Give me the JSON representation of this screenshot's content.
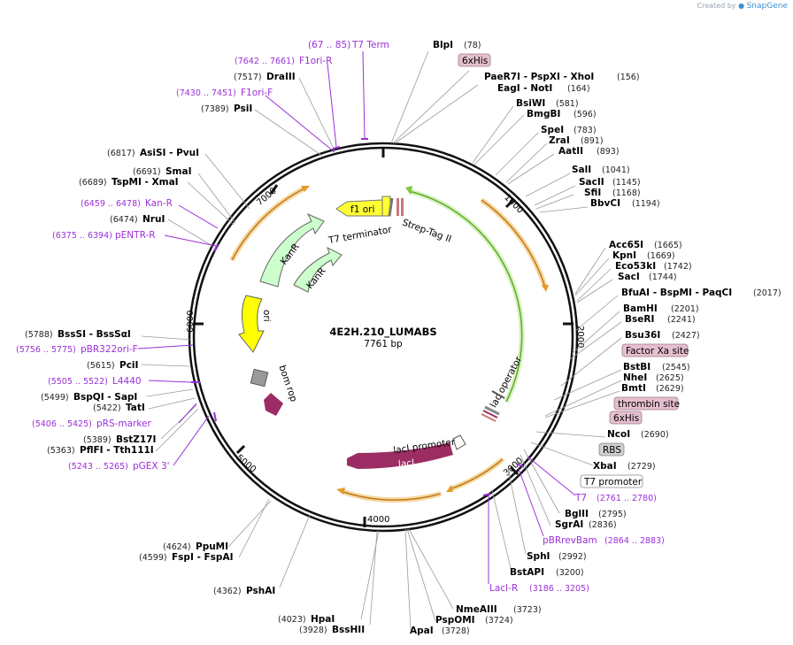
{
  "brand": {
    "prefix": "Created by",
    "name": "SnapGene"
  },
  "plasmid": {
    "name": "4E2H.210_LUMABS",
    "size_text": "7761 bp",
    "length": 7761
  },
  "colors": {
    "primer": "#9b2fd8",
    "kan": "#ccffcc",
    "ori": "#ffff00",
    "laci": "#9c2d64",
    "yellow_feature": "#ffff33",
    "orf_arrow": "#e39c2a",
    "green_orf": "#7ec83f",
    "tag_box": "#e6bfcf",
    "rbs_box": "#cfcfcf"
  },
  "ticks": [
    "1000",
    "2000",
    "3000",
    "4000",
    "5000",
    "6000",
    "7000"
  ],
  "enzymes_right": [
    {
      "name": "BlpI",
      "pos": "(78)"
    },
    {
      "name": "PaeR7I  - PspXI  - XhoI",
      "pos": "(156)"
    },
    {
      "name": "EagI  - NotI",
      "pos": "(164)"
    },
    {
      "name": "BsiWI",
      "pos": "(581)"
    },
    {
      "name": "BmgBI",
      "pos": "(596)"
    },
    {
      "name": "SpeI",
      "pos": "(783)"
    },
    {
      "name": "ZraI",
      "pos": "(891)"
    },
    {
      "name": "AatII",
      "pos": "(893)"
    },
    {
      "name": "SalI",
      "pos": "(1041)"
    },
    {
      "name": "SacII",
      "pos": "(1145)"
    },
    {
      "name": "SfiI",
      "pos": "(1168)"
    },
    {
      "name": "BbvCI",
      "pos": "(1194)"
    },
    {
      "name": "Acc65I",
      "pos": "(1665)"
    },
    {
      "name": "KpnI",
      "pos": "(1669)"
    },
    {
      "name": "Eco53kI",
      "pos": "(1742)"
    },
    {
      "name": "SacI",
      "pos": "(1744)"
    },
    {
      "name": "BfuAI  - BspMI  - PaqCI",
      "pos": "(2017)"
    },
    {
      "name": "BamHI",
      "pos": "(2201)"
    },
    {
      "name": "BseRI",
      "pos": "(2241)"
    },
    {
      "name": "Bsu36I",
      "pos": "(2427)"
    },
    {
      "name": "BstBI",
      "pos": "(2545)"
    },
    {
      "name": "NheI",
      "pos": "(2625)"
    },
    {
      "name": "BmtI",
      "pos": "(2629)"
    },
    {
      "name": "NcoI",
      "pos": "(2690)"
    },
    {
      "name": "XbaI",
      "pos": "(2729)"
    },
    {
      "name": "BglII",
      "pos": "(2795)"
    },
    {
      "name": "SgrAI",
      "pos": "(2836)"
    },
    {
      "name": "SphI",
      "pos": "(2992)"
    },
    {
      "name": "BstAPI",
      "pos": "(3200)"
    }
  ],
  "enzymes_bottom": [
    {
      "name": "NmeAIII",
      "pos": "(3723)"
    },
    {
      "name": "PspOMI",
      "pos": "(3724)"
    },
    {
      "name": "ApaI",
      "pos": "(3728)"
    },
    {
      "name": "HpaI",
      "pos": "(4023)"
    },
    {
      "name": "BssHII",
      "pos": "(3928)"
    },
    {
      "name": "PshAI",
      "pos": "(4362)"
    },
    {
      "name": "PpuMI",
      "pos": "(4624)"
    },
    {
      "name": "FspI  - FspAI",
      "pos": "(4599)"
    }
  ],
  "enzymes_left": [
    {
      "name": "DraIII",
      "pos": "(7517)"
    },
    {
      "name": "PsiI",
      "pos": "(7389)"
    },
    {
      "name": "AsiSI  - PvuI",
      "pos": "(6817)"
    },
    {
      "name": "SmaI",
      "pos": "(6691)"
    },
    {
      "name": "TspMI  - XmaI",
      "pos": "(6689)"
    },
    {
      "name": "NruI",
      "pos": "(6474)"
    },
    {
      "name": "BssSI  - BssSαI",
      "pos": "(5788)"
    },
    {
      "name": "PciI",
      "pos": "(5615)"
    },
    {
      "name": "BspQI  - SapI",
      "pos": "(5499)"
    },
    {
      "name": "TatI",
      "pos": "(5422)"
    },
    {
      "name": "BstZ17I",
      "pos": "(5389)"
    },
    {
      "name": "PflFI  - Tth111I",
      "pos": "(5363)"
    }
  ],
  "primers": [
    {
      "name": "T7 Term",
      "pos": "(67 .. 85)"
    },
    {
      "name": "F1ori-R",
      "pos": "(7642 .. 7661)"
    },
    {
      "name": "F1ori-F",
      "pos": "(7430 .. 7451)"
    },
    {
      "name": "Kan-R",
      "pos": "(6459 .. 6478)"
    },
    {
      "name": "pENTR-R",
      "pos": "(6375 .. 6394)"
    },
    {
      "name": "pBR322ori-F",
      "pos": "(5756 .. 5775)"
    },
    {
      "name": "L4440",
      "pos": "(5505 .. 5522)"
    },
    {
      "name": "pRS-marker",
      "pos": "(5406 .. 5425)"
    },
    {
      "name": "pGEX 3'",
      "pos": "(5243 .. 5265)"
    },
    {
      "name": "T7",
      "pos": "(2761 .. 2780)"
    },
    {
      "name": "pBRrevBam",
      "pos": "(2864 .. 2883)"
    },
    {
      "name": "LacI-R",
      "pos": "(3186 .. 3205)"
    }
  ],
  "boxed": {
    "his_top": "6xHis",
    "factor_xa": "Factor Xa site",
    "thrombin": "thrombin site",
    "his_bottom": "6xHis",
    "rbs": "RBS",
    "t7_promoter": "T7 promoter"
  },
  "features": {
    "f1_ori": "f1 ori",
    "t7_terminator": "T7 terminator",
    "strep_tag": "Strep-Tag II",
    "kanr_1": "KanR",
    "kanr_2": "KanR",
    "ori": "ori",
    "bom": "bom",
    "rop": "rop",
    "lac_operator": "lac operator",
    "laci_promoter": "lacI promoter",
    "laci": "lacI"
  }
}
